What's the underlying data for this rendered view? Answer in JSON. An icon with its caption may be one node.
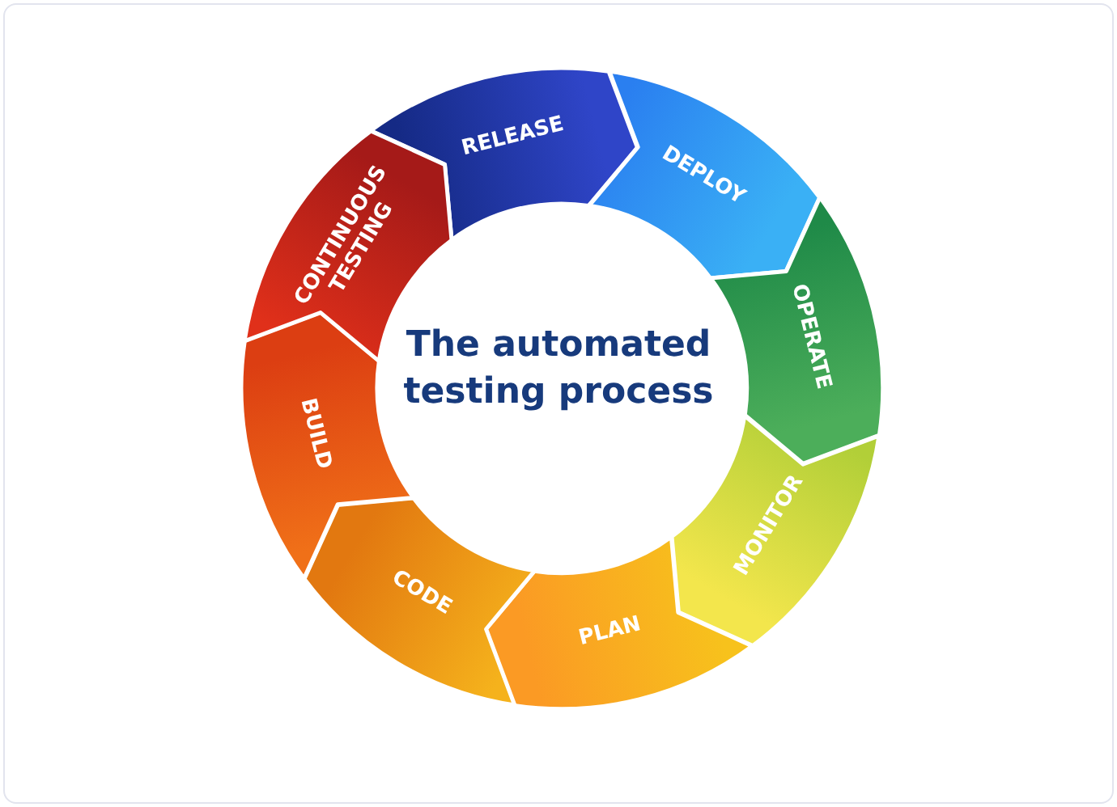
{
  "diagram": {
    "title": "The automated testing process",
    "nodes": [
      {
        "text": [
          "RELEASE"
        ]
      },
      {
        "text": [
          "DEPLOY"
        ]
      },
      {
        "text": [
          "OPERATE"
        ]
      },
      {
        "text": [
          "MONITOR"
        ]
      },
      {
        "text": [
          "PLAN"
        ]
      },
      {
        "text": [
          "CODE"
        ]
      },
      {
        "text": [
          "BUILD"
        ]
      },
      {
        "text": [
          "CONTINUOUS TESTING"
        ]
      }
    ]
  }
}
